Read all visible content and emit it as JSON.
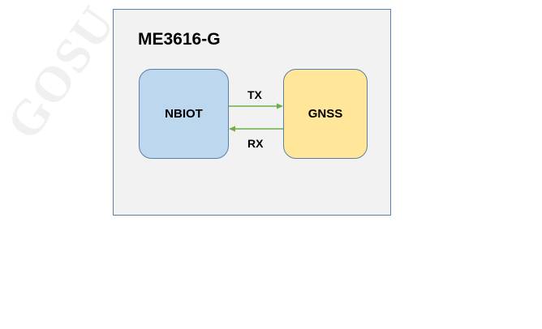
{
  "watermark": {
    "text": "GOSU"
  },
  "module": {
    "title": "ME3616-G"
  },
  "blocks": {
    "nbiot": {
      "label": "NBIOT"
    },
    "gnss": {
      "label": "GNSS"
    }
  },
  "signals": {
    "tx": {
      "label": "TX",
      "direction": "NBIOT to GNSS"
    },
    "rx": {
      "label": "RX",
      "direction": "GNSS to NBIOT"
    }
  },
  "colors": {
    "module_fill": "#f2f2f2",
    "module_border": "#5b7fa8",
    "nbiot_fill": "#bdd7ee",
    "gnss_fill": "#ffe699",
    "arrow": "#70ad47"
  }
}
